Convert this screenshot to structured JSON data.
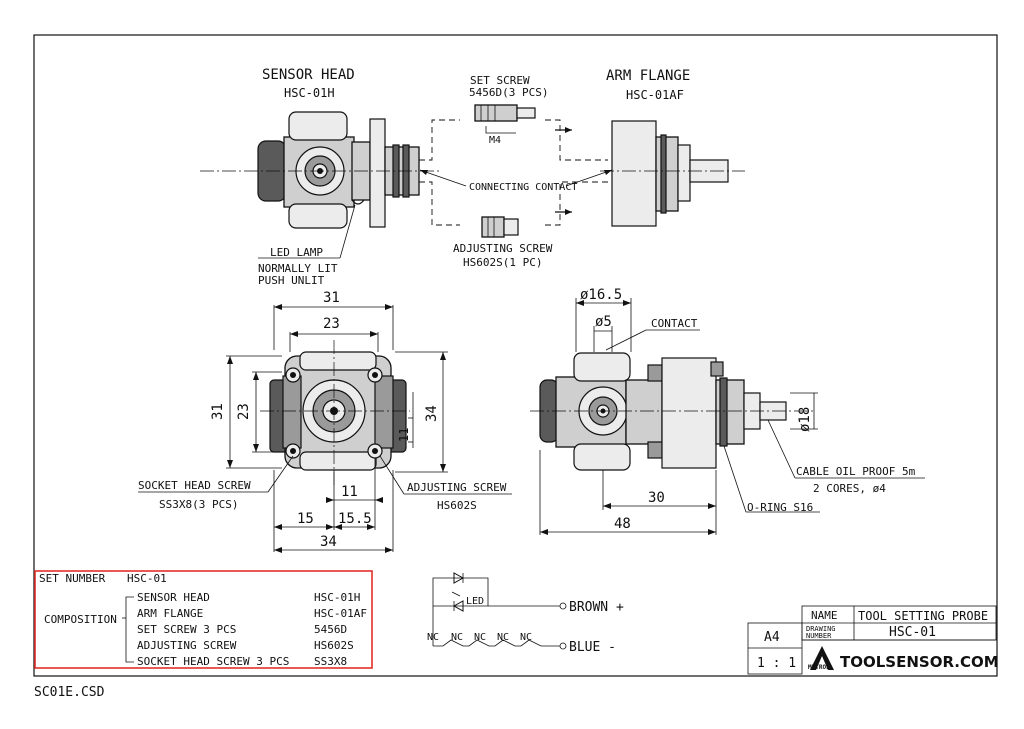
{
  "top_view": {
    "sensor_head_title": "SENSOR HEAD",
    "sensor_head_model": "HSC-01H",
    "arm_flange_title": "ARM FLANGE",
    "arm_flange_model": "HSC-01AF",
    "set_screw_label": "SET SCREW",
    "set_screw_spec": "5456D(3 PCS)",
    "m4_label": "M4",
    "connecting_contact_label": "CONNECTING CONTACT",
    "adjusting_screw_label": "ADJUSTING SCREW",
    "adjusting_screw_spec": "HS602S(1 PC)",
    "led_lamp_label": "LED LAMP",
    "led_lamp_line1": "NORMALLY LIT",
    "led_lamp_line2": "PUSH UNLIT"
  },
  "front_view": {
    "dim_width_outer": "31",
    "dim_width_inner": "23",
    "dim_height_outer": "31",
    "dim_height_inner": "23",
    "dim_height_right": "34",
    "dim_side_11": "11",
    "dim_bottom_11": "11",
    "dim_bottom_15": "15",
    "dim_bottom_15_5": "15.5",
    "dim_bottom_34": "34",
    "socket_head_screw_label": "SOCKET HEAD SCREW",
    "socket_head_screw_spec": "SS3X8(3 PCS)",
    "adjusting_screw_label": "ADJUSTING SCREW",
    "adjusting_screw_spec": "HS602S"
  },
  "side_view": {
    "dim_dia_16_5": "ø16.5",
    "dim_dia_5": "ø5",
    "contact_label": "CONTACT",
    "dim_dia_18": "ø18",
    "cable_label": "CABLE OIL PROOF 5m",
    "cable_spec": "2 CORES, ø4",
    "dim_30": "30",
    "dim_48": "48",
    "oring_label": "O-RING S16"
  },
  "set_table": {
    "set_number_label": "SET NUMBER",
    "set_number_value": "HSC-01",
    "composition_label": "COMPOSITION",
    "items": [
      {
        "name": "SENSOR HEAD",
        "code": "HSC-01H"
      },
      {
        "name": "ARM FLANGE",
        "code": "HSC-01AF"
      },
      {
        "name": "SET SCREW  3 PCS",
        "code": "5456D"
      },
      {
        "name": "ADJUSTING SCREW",
        "code": "HS602S"
      },
      {
        "name": "SOCKET HEAD SCREW  3 PCS",
        "code": "SS3X8"
      }
    ]
  },
  "circuit": {
    "led_label": "LED",
    "nc_labels": [
      "NC",
      "NC",
      "NC",
      "NC",
      "NC"
    ],
    "brown_label": "BROWN +",
    "blue_label": "BLUE  -"
  },
  "title_block": {
    "name_label": "NAME",
    "name_value": "TOOL SETTING PROBE",
    "drawing_number_label_1": "DRAWING",
    "drawing_number_label_2": "NUMBER",
    "drawing_number_value": "HSC-01",
    "paper_size": "A4",
    "scale": "1 : 1",
    "brand_logo_text": "METROL",
    "website": "TOOLSENSOR.COM"
  },
  "file_name": "SC01E.CSD"
}
